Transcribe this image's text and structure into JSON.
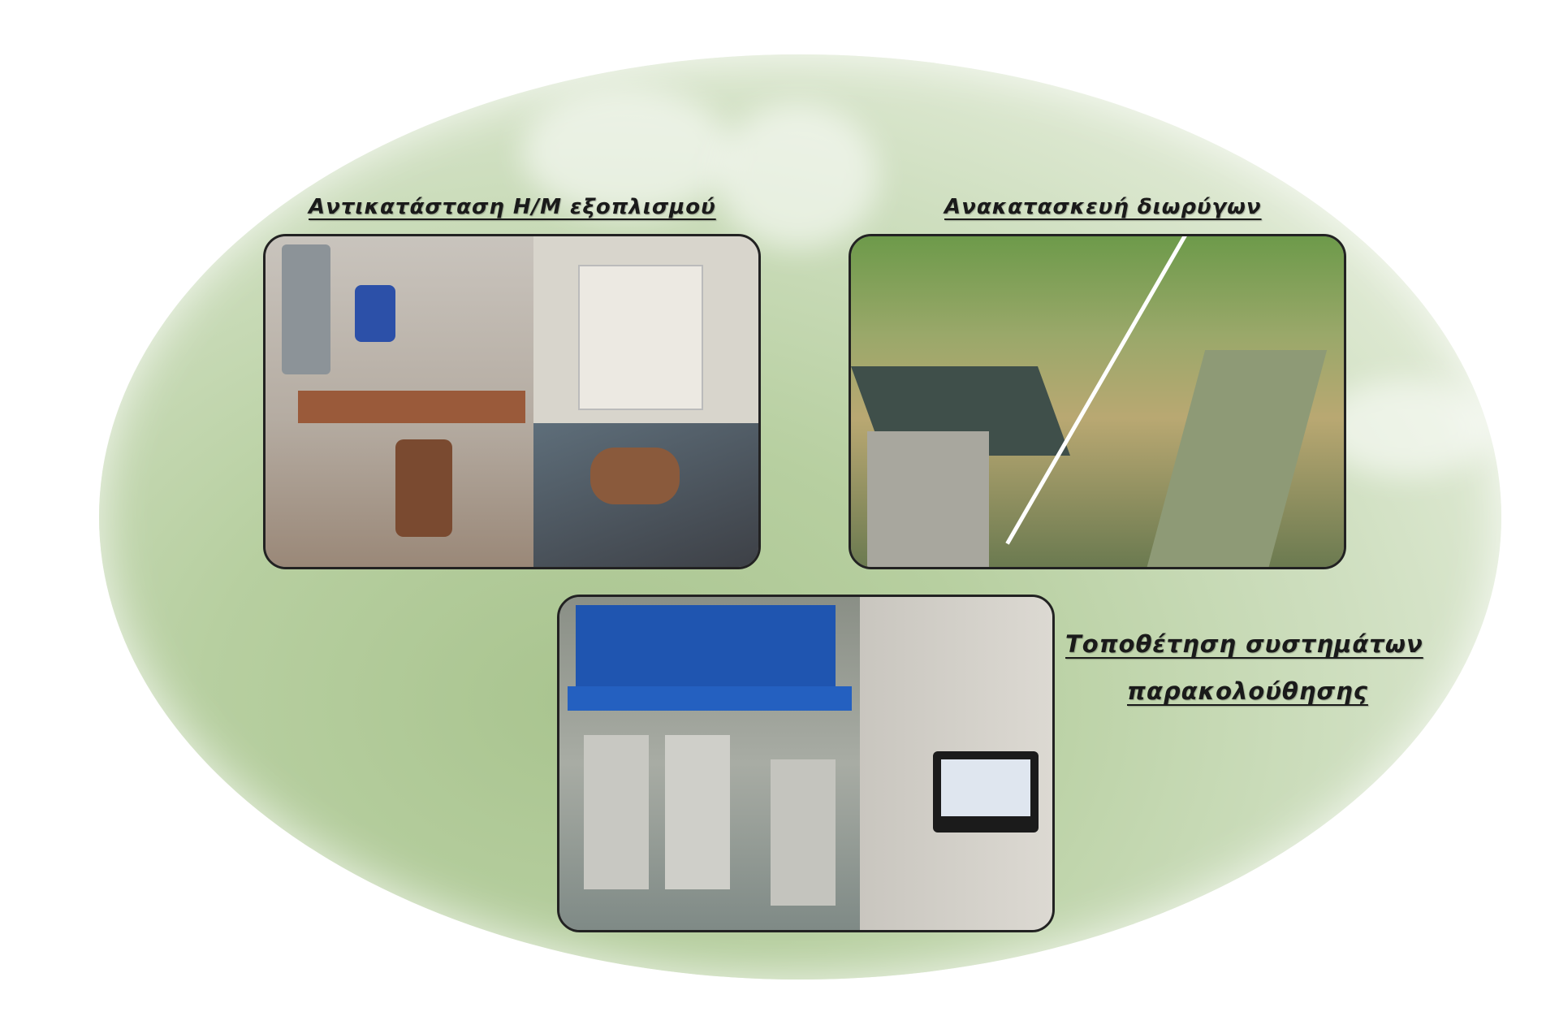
{
  "sections": [
    {
      "title": "Αντικατάσταση Η/Μ εξοπλισμού",
      "image": "pump-station-equipment-photos"
    },
    {
      "title": "Ανακατασκευή διωρύγων",
      "image": "irrigation-canal-photos"
    },
    {
      "title_line1": "Τοποθέτηση συστημάτων",
      "title_line2": "παρακολούθησης",
      "image": "monitoring-system-photos"
    }
  ],
  "colors": {
    "background": "#b7cfa0",
    "frame": "#222222"
  }
}
